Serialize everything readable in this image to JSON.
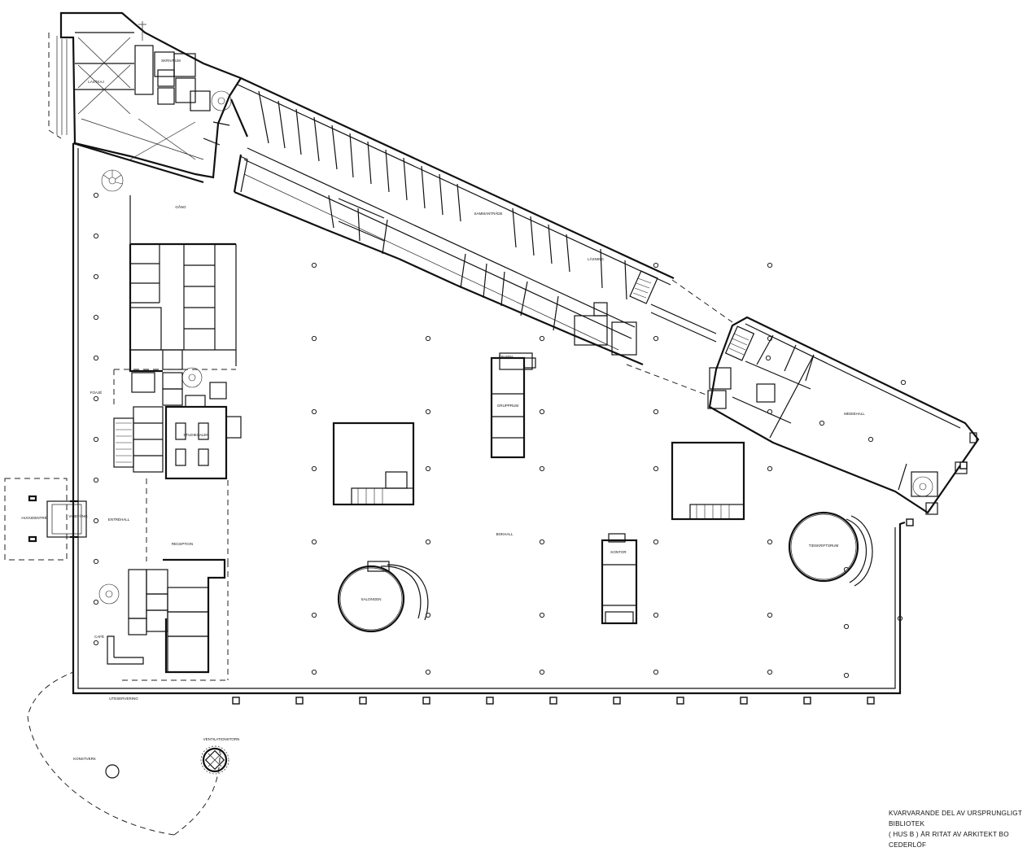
{
  "note": {
    "line1": "KVARVARANDE DEL AV URSPRUNGLIGT BIBLIOTEK",
    "line2": "( HUS B ) ÄR RITAT AV ARKITEKT BO CEDERLÖF"
  },
  "labels": {
    "entrehall": "ENTRÉHALL",
    "huvudentre": "HUVUDENTRÉ",
    "vindfang": "VINDFÅNG",
    "bokhall": "BOKHALL",
    "salongen": "SALONGEN",
    "tidskriftsrum": "TIDSKRIFTSRUM",
    "studiesalen": "STUDIESALEN",
    "reception": "RECEPTION",
    "cafe": "CAFÉ",
    "foaje": "FOAJÉ",
    "mediehall": "MEDIEHALL",
    "trappa": "TRAPPA",
    "grupprum": "GRUPPRUM",
    "kontor": "KONTOR",
    "sammantrade": "SAMMANTRÄDE",
    "skrivrum": "SKRIVRUM",
    "lasning": "LÄSNING",
    "lastkaj": "LASTKAJ",
    "gang": "GÅNG",
    "uteservering": "UTESERVERING",
    "konstverk": "KONSTVERK",
    "ventilationstorn": "VENTILATIONSTORN"
  }
}
